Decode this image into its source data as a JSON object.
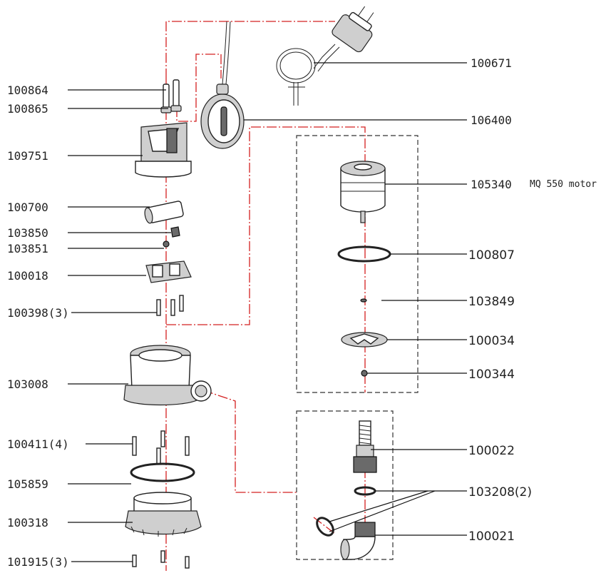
{
  "labels": {
    "p100671": "100671",
    "p100864": "100864",
    "p100865": "100865",
    "p106400": "106400",
    "p109751": "109751",
    "p105340": "105340",
    "p100700": "100700",
    "p103850": "103850",
    "p103851": "103851",
    "p100807": "100807",
    "p100018": "100018",
    "p103849": "103849",
    "p100398": "100398(3)",
    "p100034": "100034",
    "p103008": "103008",
    "p100344": "100344",
    "p100411": "100411(4)",
    "p100022": "100022",
    "p105859": "105859",
    "p103208": "103208(2)",
    "p100318": "100318",
    "p100021": "100021",
    "p101915": "101915(3)"
  },
  "motor_note": "MQ 550 motor"
}
